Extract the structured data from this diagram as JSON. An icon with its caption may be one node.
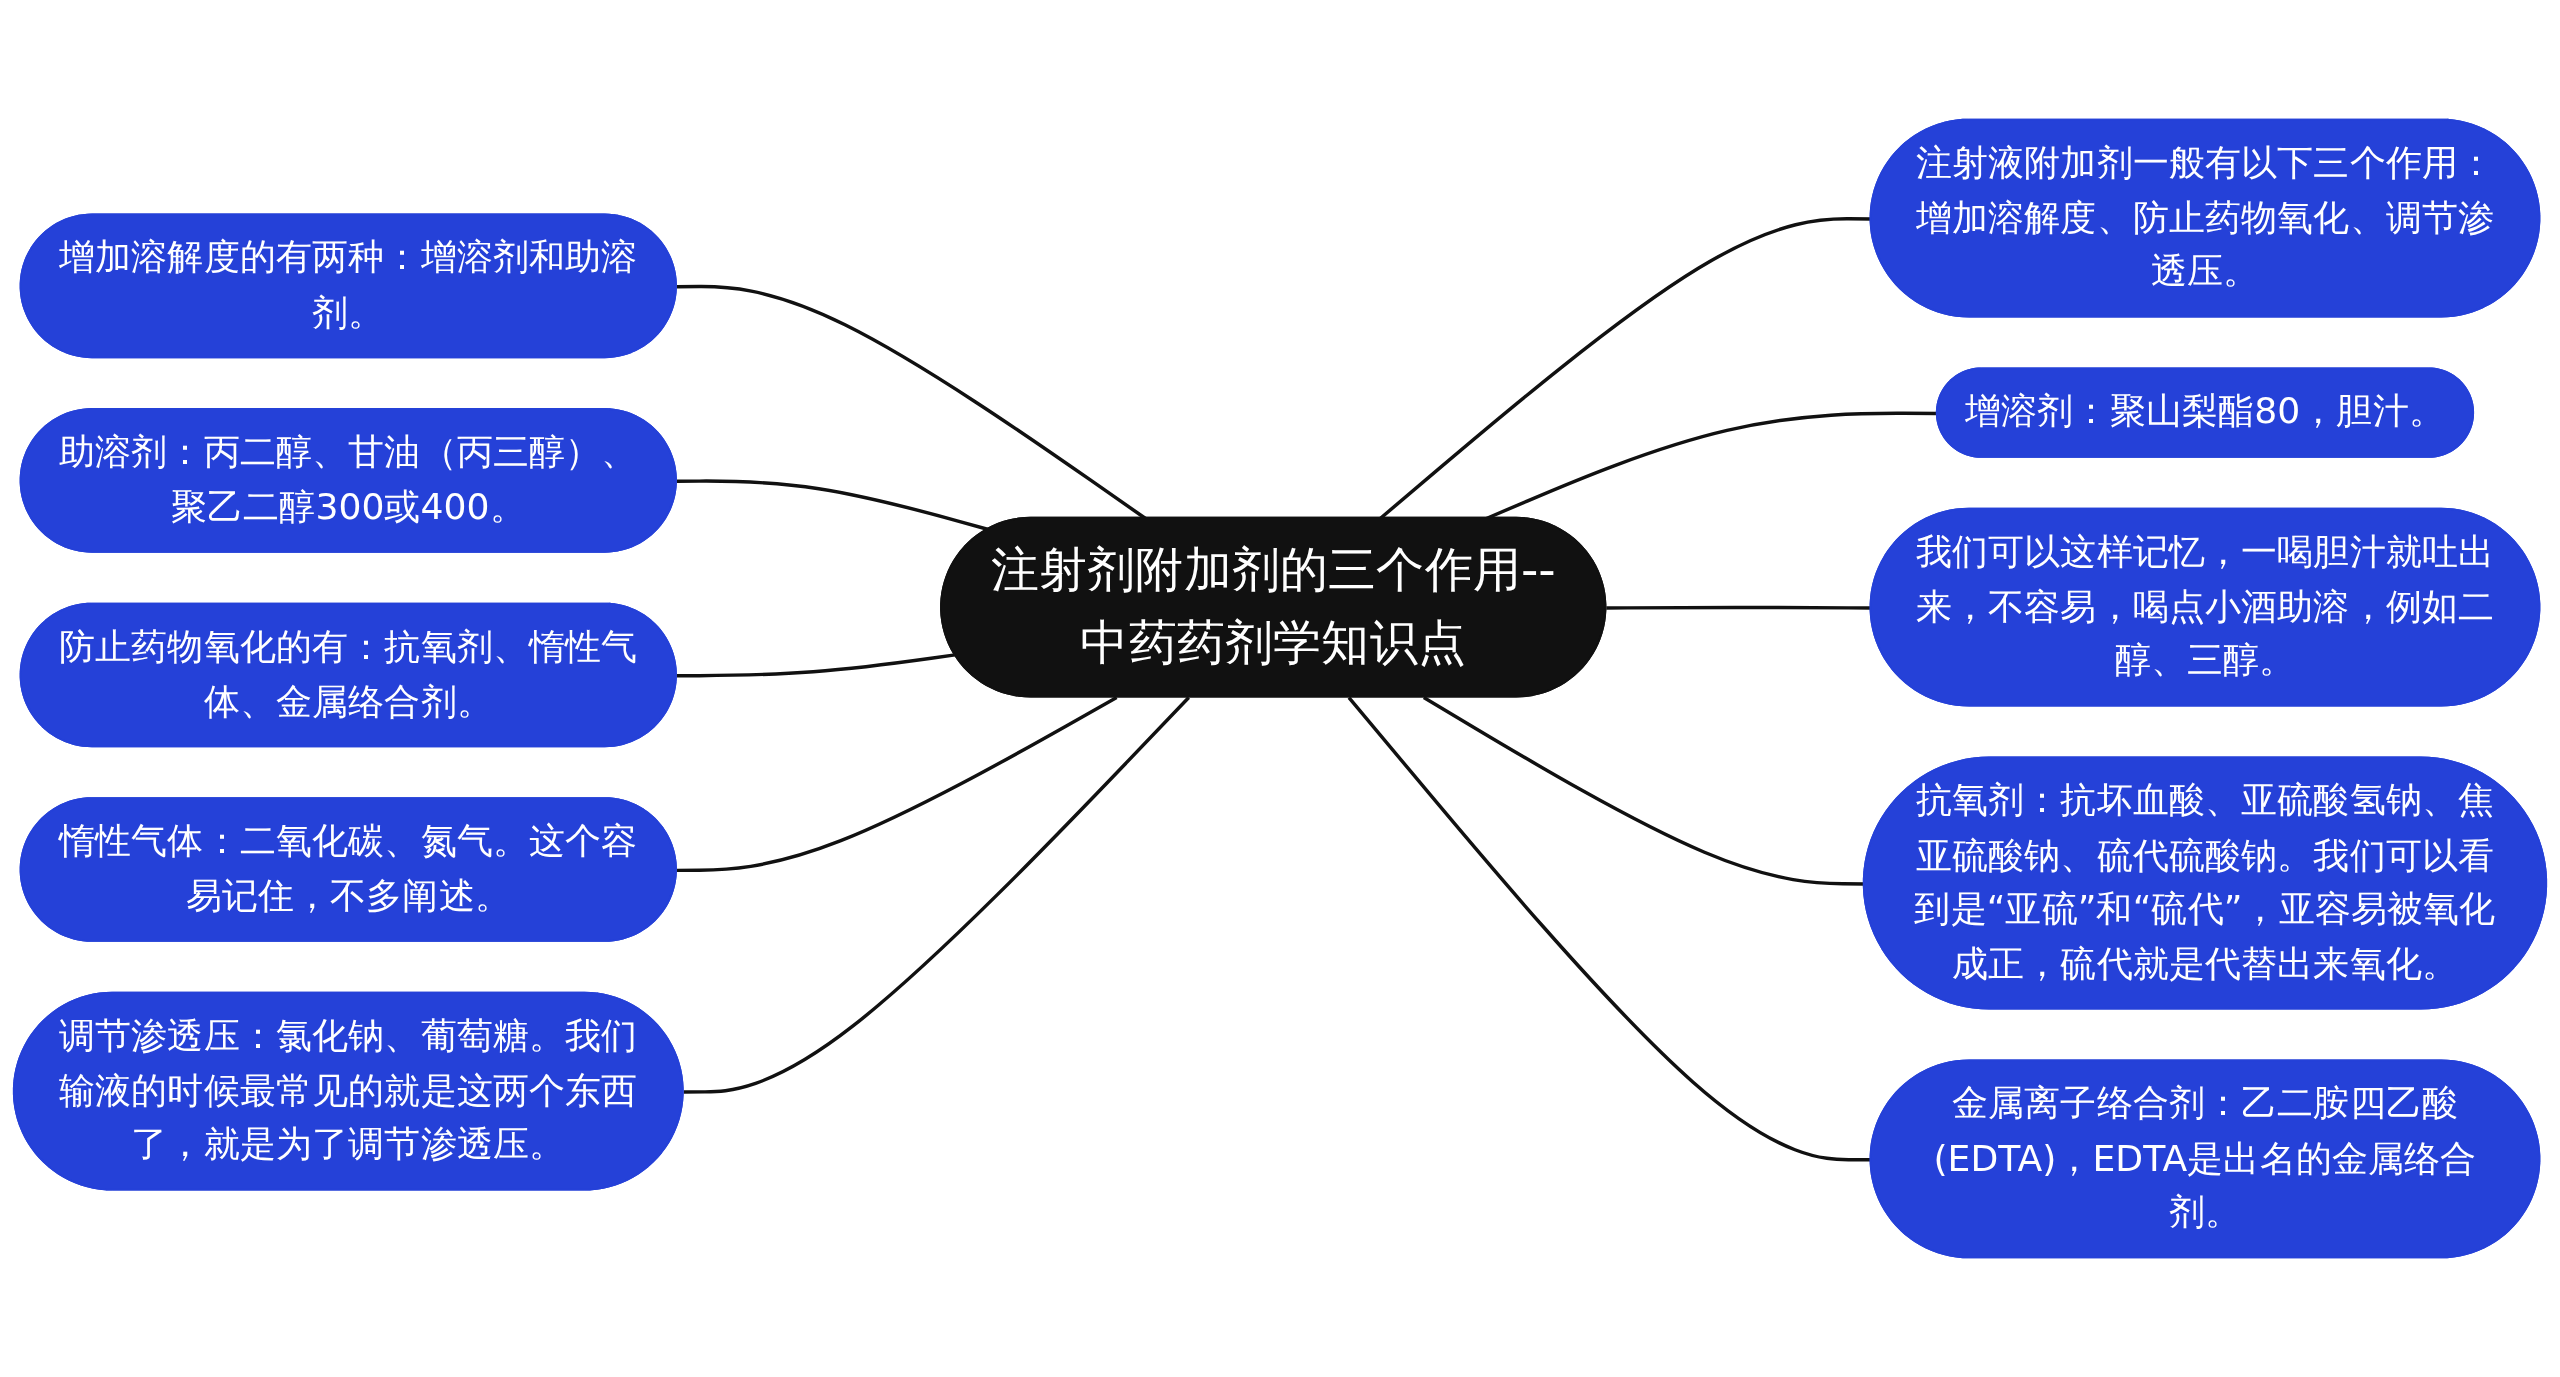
{
  "diagram": {
    "nodes": [
      {
        "text": [
          "注射剂附加剂的三个作用--中药药剂学知识点"
        ]
      },
      {
        "text": [
          "增加溶解度的有两种：增溶剂和助溶剂。"
        ]
      },
      {
        "text": [
          "助溶剂：丙二醇、甘油（丙三醇）、聚乙二醇300或400。"
        ]
      },
      {
        "text": [
          "防止药物氧化的有：抗氧剂、惰性气体、金属络合剂。"
        ]
      },
      {
        "text": [
          "惰性气体：二氧化碳、氮气。这个容易记住，不多阐述。"
        ]
      },
      {
        "text": [
          "调节渗透压：氯化钠、葡萄糖。我们输液的时候最常见的就是这两个东西了，就是为了调节渗透压。"
        ]
      },
      {
        "text": [
          "注射液附加剂一般有以下三个作用：增加溶解度、防止药物氧化、调节渗透压。"
        ]
      },
      {
        "text": [
          "增溶剂：聚山梨酯80，胆汁。"
        ]
      },
      {
        "text": [
          "我们可以这样记忆，一喝胆汁就吐出来，不容易，喝点小酒助溶，例如二醇、三醇。"
        ]
      },
      {
        "text": [
          "抗氧剂：抗坏血酸、亚硫酸氢钠、焦亚硫酸钠、硫代硫酸钠。我们可以看到是“亚硫”和“硫代”，亚容易被氧化成正，硫代就是代替出来氧化。"
        ]
      },
      {
        "text": [
          "金属离子络合剂：乙二胺四乙酸(EDTA)，EDTA是出名的金属络合剂。"
        ]
      }
    ],
    "edges": [
      {
        "from": 1,
        "to": 0,
        "arrow": "none"
      },
      {
        "from": 2,
        "to": 0,
        "arrow": "none"
      },
      {
        "from": 3,
        "to": 0,
        "arrow": "none"
      },
      {
        "from": 4,
        "to": 0,
        "arrow": "none"
      },
      {
        "from": 5,
        "to": 0,
        "arrow": "none"
      },
      {
        "from": 0,
        "to": 6,
        "arrow": "none"
      },
      {
        "from": 0,
        "to": 7,
        "arrow": "none"
      },
      {
        "from": 0,
        "to": 8,
        "arrow": "none"
      },
      {
        "from": 0,
        "to": 9,
        "arrow": "none"
      },
      {
        "from": 0,
        "to": 10,
        "arrow": "none"
      }
    ]
  }
}
